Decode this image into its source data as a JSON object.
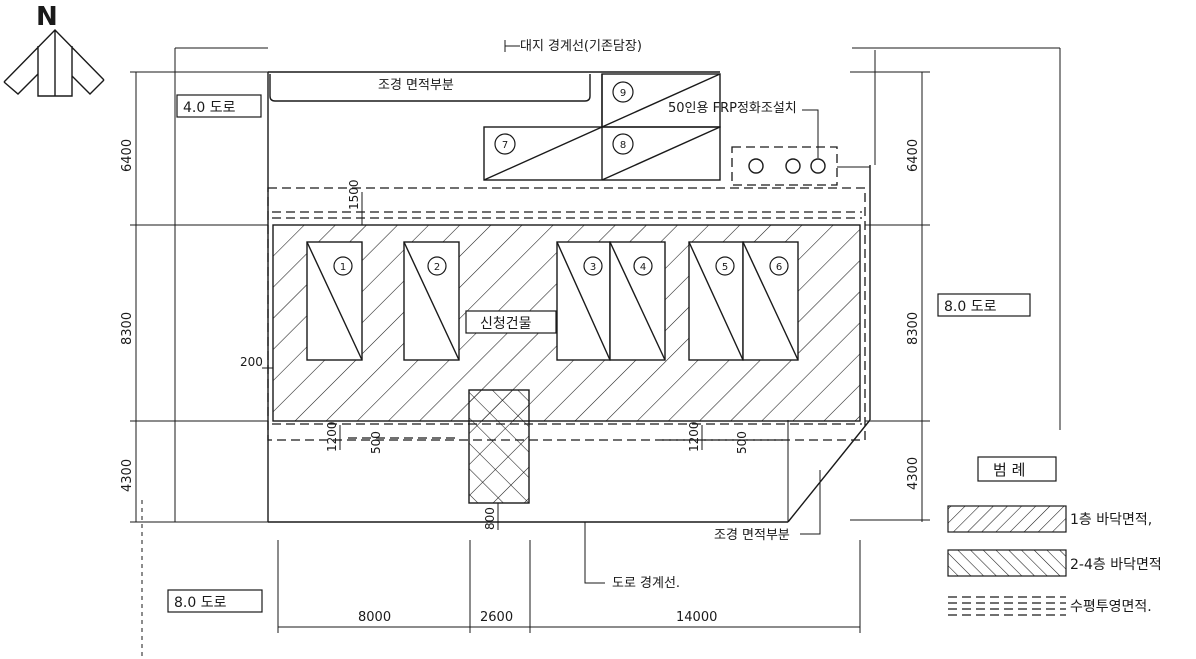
{
  "north": {
    "label": "N"
  },
  "labels": {
    "site_boundary": "대지 경계선(기존담장)",
    "landscape_top": "조경 면적부분",
    "landscape_bottom": "조경 면적부분",
    "septic": "50인용 FRP정화조설치",
    "new_building": "신청건물",
    "road_boundary": "도로 경계선."
  },
  "roads": {
    "road_nw": "4.0 도로",
    "road_east": "8.0 도로",
    "road_sw": "8.0 도로"
  },
  "dimensions": {
    "left_top": "6400",
    "left_mid": "8300",
    "left_bot": "4300",
    "right_top": "6400",
    "right_mid": "8300",
    "right_bot": "4300",
    "bottom_1": "8000",
    "bottom_2": "2600",
    "bottom_3": "14000",
    "d_1500_top": "1500",
    "d_200": "200",
    "d_1200_a": "1200",
    "d_500_a": "500",
    "d_1200_b": "1200",
    "d_500_b": "500",
    "d_800": "800"
  },
  "parking_numbers": [
    "1",
    "2",
    "3",
    "4",
    "5",
    "6",
    "7",
    "8",
    "9"
  ],
  "legend": {
    "title": "범 례",
    "item1": "1층 바닥면적,",
    "item2": "2-4층 바닥면적",
    "item3": "수평투영면적."
  }
}
